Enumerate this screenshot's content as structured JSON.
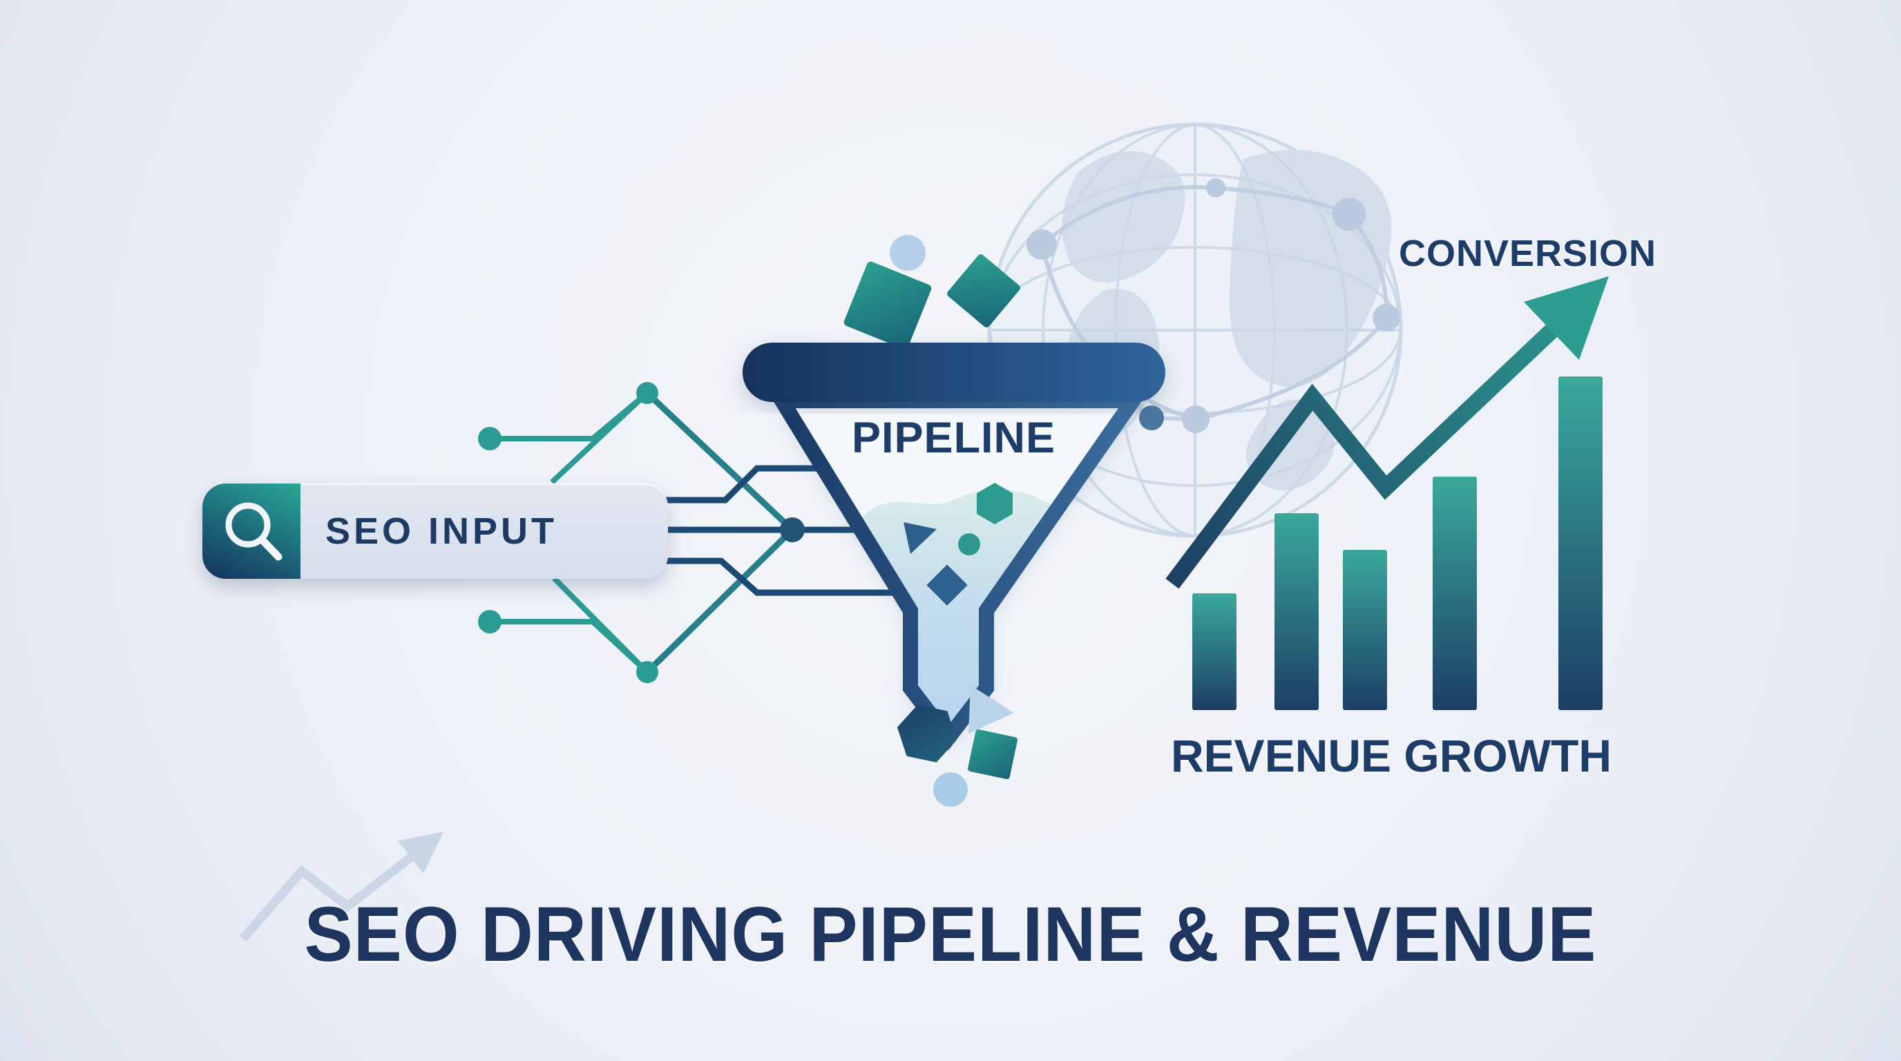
{
  "scene": {
    "title": "SEO DRIVING PIPELINE & REVENUE",
    "search_label": "SEO INPUT",
    "funnel_label": "PIPELINE",
    "conversion_label": "CONVERSION",
    "revenue_label": "REVENUE GROWTH"
  },
  "icons": {
    "search_icon": "magnifier",
    "conversion_icon": "rising-zigzag-arrow",
    "watermark_icon": "faint-zigzag-trend-arrow",
    "background_icon": "globe-with-network-nodes"
  },
  "colors": {
    "background": "#eef1f7",
    "navy_text": "#1d3c68",
    "teal_accent": "#2b9c94",
    "navy_line": "#1d4a74",
    "bar_top": "#3aa99b",
    "bar_bottom": "#1c3e66",
    "search_bar_body": "#dce3ef",
    "light_blue_shape": "#aecbe8",
    "globe_line": "#c7d3e4",
    "funnel_liquid_top": "#d9ece9",
    "funnel_liquid_bottom": "#b5d4ee"
  },
  "chart_data": {
    "type": "bar",
    "title": "REVENUE GROWTH",
    "annotation": "CONVERSION",
    "categories": [
      "bar-1",
      "bar-2",
      "bar-3",
      "bar-4",
      "bar-5"
    ],
    "values": [
      35,
      59,
      48,
      70,
      100
    ],
    "unit": "percent-of-tallest-bar",
    "ylim": [
      0,
      100
    ],
    "axes_labeled": false,
    "grid": false,
    "legend": "none",
    "trend_points": [
      [
        1697,
        845
      ],
      [
        1900,
        575
      ],
      [
        2006,
        706
      ],
      [
        2246,
        479
      ]
    ],
    "trend_style": "rising-zigzag-arrow-navy-to-teal"
  }
}
